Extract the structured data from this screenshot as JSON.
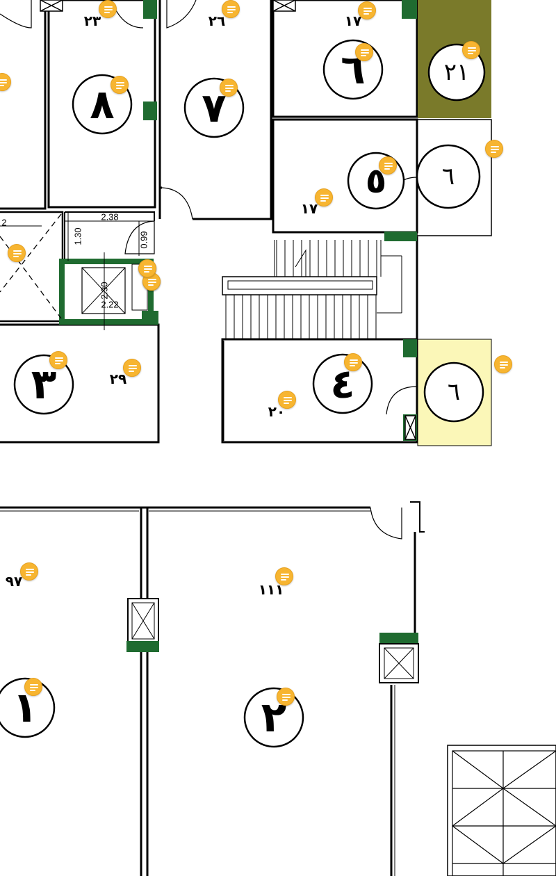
{
  "colors": {
    "wall": "#000000",
    "core": "#1f6b30",
    "olive": "#7a7a2a",
    "pale_yellow": "#fbf7b8",
    "note_pin": "#f7b531"
  },
  "units": [
    {
      "id": "u1",
      "number": "١"
    },
    {
      "id": "u2",
      "number": "٢"
    },
    {
      "id": "u3",
      "number": "٣"
    },
    {
      "id": "u4",
      "number": "٤"
    },
    {
      "id": "u5",
      "number": "٥"
    },
    {
      "id": "u6",
      "number": "٦"
    },
    {
      "id": "u7",
      "number": "٧"
    },
    {
      "id": "u8",
      "number": "٨"
    },
    {
      "id": "u21",
      "number": "٢١"
    },
    {
      "id": "u6b",
      "number": "٦"
    },
    {
      "id": "u6c",
      "number": "٦"
    }
  ],
  "area_labels": [
    {
      "id": "a23",
      "text": "٢٣"
    },
    {
      "id": "a26",
      "text": "٢٦"
    },
    {
      "id": "a17a",
      "text": "١٧"
    },
    {
      "id": "a17b",
      "text": "١٧"
    },
    {
      "id": "a29",
      "text": "٢٩"
    },
    {
      "id": "a20",
      "text": "٢٠"
    },
    {
      "id": "a97",
      "text": "٩٧"
    },
    {
      "id": "a111",
      "text": "١١١"
    }
  ],
  "dimensions": [
    {
      "id": "d238",
      "text": "2.38"
    },
    {
      "id": "d130",
      "text": "1.30"
    },
    {
      "id": "d099",
      "text": "0.99"
    },
    {
      "id": "d230",
      "text": "2.30"
    },
    {
      "id": "d222",
      "text": "2.22"
    },
    {
      "id": "d2",
      "text": "2"
    }
  ],
  "note_pins": [
    {
      "id": "p1",
      "icon": "note-icon"
    },
    {
      "id": "p2",
      "icon": "note-icon"
    },
    {
      "id": "p3",
      "icon": "note-icon"
    },
    {
      "id": "p4",
      "icon": "note-icon"
    },
    {
      "id": "p5",
      "icon": "note-icon"
    },
    {
      "id": "p6",
      "icon": "note-icon"
    },
    {
      "id": "p7",
      "icon": "note-icon"
    },
    {
      "id": "p8",
      "icon": "note-icon"
    },
    {
      "id": "p9",
      "icon": "note-icon"
    },
    {
      "id": "p10",
      "icon": "note-icon"
    },
    {
      "id": "p11",
      "icon": "note-icon"
    },
    {
      "id": "p12",
      "icon": "note-icon"
    },
    {
      "id": "p13",
      "icon": "note-icon"
    },
    {
      "id": "p14",
      "icon": "note-icon"
    },
    {
      "id": "p15",
      "icon": "note-icon"
    },
    {
      "id": "p16",
      "icon": "note-icon"
    },
    {
      "id": "p17",
      "icon": "note-icon"
    },
    {
      "id": "p18",
      "icon": "note-icon"
    },
    {
      "id": "p19",
      "icon": "note-icon"
    },
    {
      "id": "p20",
      "icon": "note-icon"
    },
    {
      "id": "p21",
      "icon": "note-icon"
    },
    {
      "id": "p22",
      "icon": "note-icon"
    },
    {
      "id": "p23",
      "icon": "note-icon"
    },
    {
      "id": "p24",
      "icon": "note-icon"
    },
    {
      "id": "p25",
      "icon": "note-icon"
    }
  ]
}
